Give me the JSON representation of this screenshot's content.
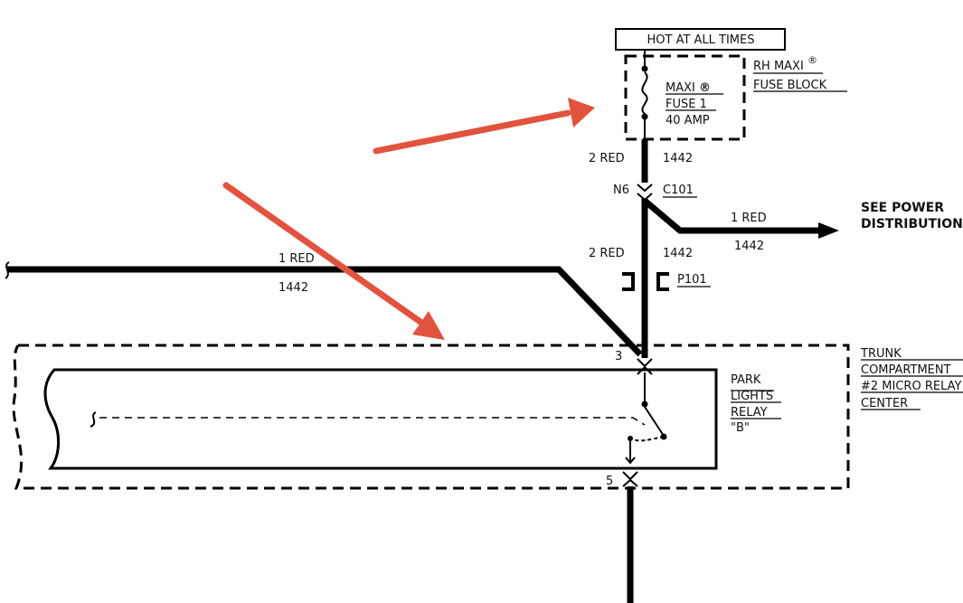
{
  "hot_label": "HOT AT ALL TIMES",
  "fuse_block": {
    "line1": "RH MAXI",
    "mark": "®",
    "line2": "FUSE BLOCK"
  },
  "fuse": {
    "line1": "MAXI",
    "mark": "®",
    "line2": "FUSE 1",
    "line3": "40 AMP"
  },
  "wire_top": {
    "color": "2 RED",
    "circuit": "1442"
  },
  "connector_c101": {
    "pin": "N6",
    "name": "C101"
  },
  "branch_right": {
    "color": "1 RED",
    "circuit": "1442",
    "dest_line1": "SEE POWER",
    "dest_line2": "DISTRIBUTION"
  },
  "wire_mid": {
    "color": "2 RED",
    "circuit": "1442"
  },
  "connector_p101": {
    "name": "P101"
  },
  "wire_left": {
    "color": "1 RED",
    "circuit": "1442"
  },
  "relay_center": {
    "pin_in": "3",
    "pin_out": "5",
    "line1": "TRUNK",
    "line2": "COMPARTMENT",
    "line3": "#2 MICRO RELAY",
    "line4": "CENTER"
  },
  "relay": {
    "line1": "PARK",
    "line2": "LIGHTS",
    "line3": "RELAY",
    "line4": "\"B\""
  },
  "colors": {
    "annotation_arrow": "#e2533e",
    "wire": "#000000"
  }
}
